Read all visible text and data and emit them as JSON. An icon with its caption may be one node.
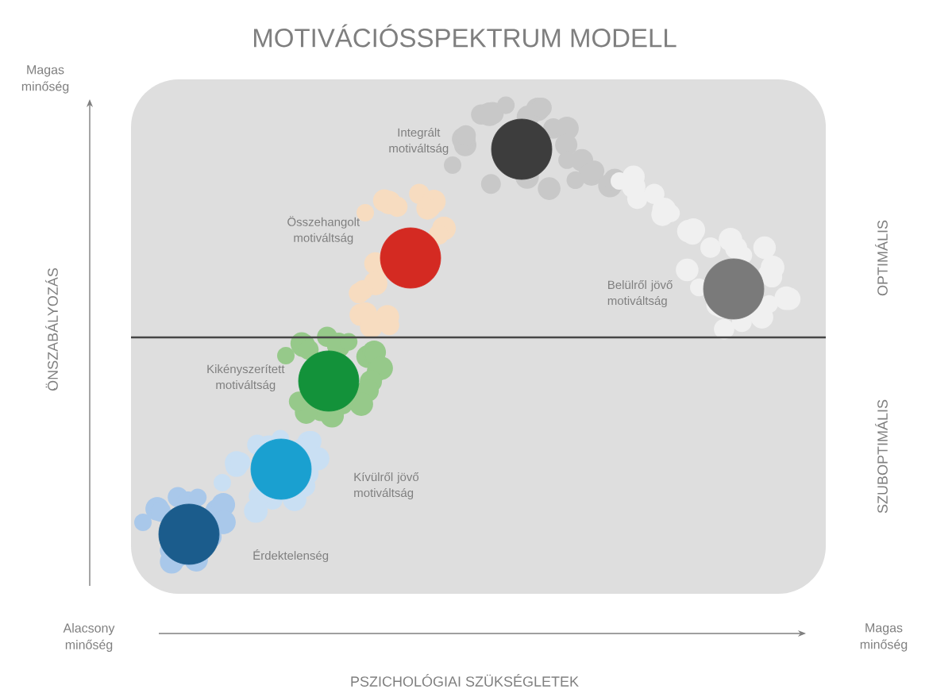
{
  "diagram": {
    "title": "MOTIVÁCIÓSSPEKTRUM MODELL",
    "nodes": [
      {
        "text": [],
        "shape": "circle",
        "beside": [
          "Érdektelenség"
        ]
      },
      {
        "text": [],
        "shape": "circle",
        "beside": [
          "Kívülről jövő motiváltság"
        ]
      },
      {
        "text": [],
        "shape": "circle",
        "beside": [
          "Kikényszerített motiváltság"
        ]
      },
      {
        "text": [],
        "shape": "circle",
        "beside": [
          "Összehangolt motiváltság"
        ]
      },
      {
        "text": [],
        "shape": "circle",
        "beside": [
          "Integrált motiváltság"
        ]
      },
      {
        "text": [],
        "shape": "circle",
        "beside": [
          "Belülről jövő motiváltság"
        ]
      }
    ],
    "labels": [
      "Magas minőség",
      "ÖNSZABÁLYOZÁS",
      "OPTIMÁLIS",
      "SZUBOPTIMÁLIS",
      "Alacsony minőség",
      "Magas minőség",
      "PSZICHOLÓGIAI SZÜKSÉGLETEK"
    ]
  }
}
